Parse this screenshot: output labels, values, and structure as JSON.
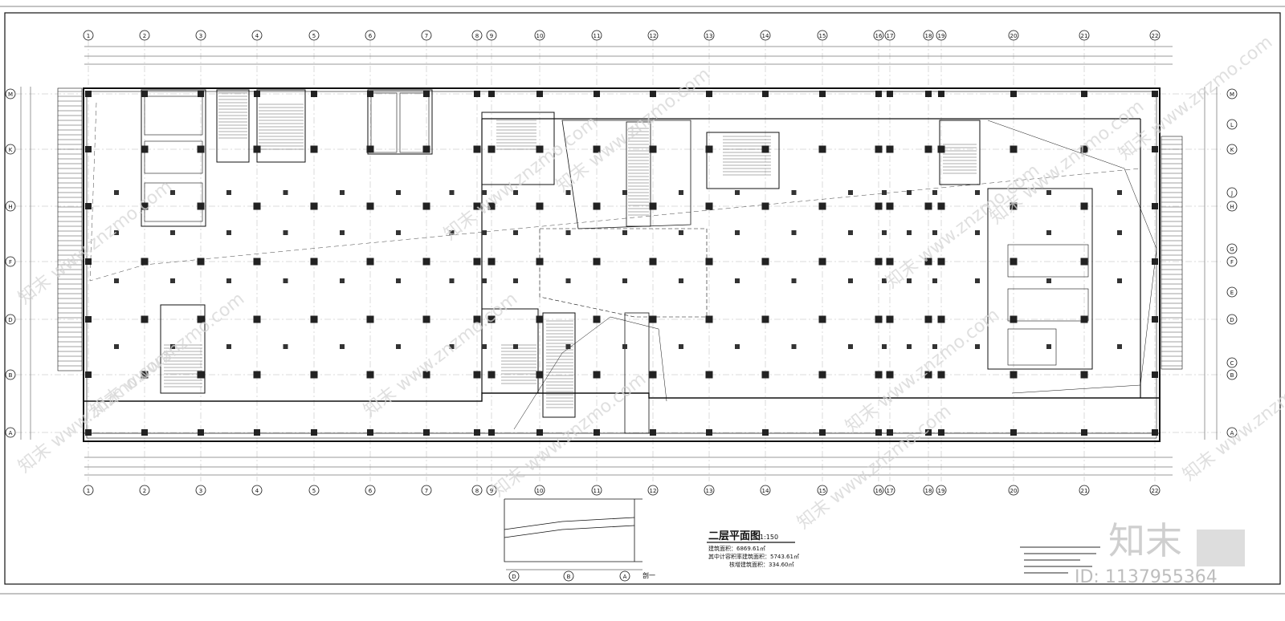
{
  "drawing": {
    "title": "二层平面图",
    "scale": "1:150",
    "area_lines": [
      "建筑面积：6869.61㎡",
      "其中计容积率建筑面积：5743.61㎡",
      "核增建筑面积：334.60㎡"
    ]
  },
  "grid": {
    "columns": [
      "1",
      "2",
      "3",
      "4",
      "5",
      "6",
      "7",
      "8",
      "9",
      "10",
      "11",
      "12",
      "13",
      "14",
      "15",
      "16",
      "17",
      "18",
      "19",
      "20",
      "21",
      "22"
    ],
    "rows_left": [
      "M",
      "K",
      "H",
      "F",
      "D",
      "B",
      "A"
    ],
    "rows_right": [
      "M",
      "L",
      "K",
      "J",
      "H",
      "G",
      "F",
      "E",
      "D",
      "C",
      "B",
      "A"
    ]
  },
  "section": {
    "label": "剖一",
    "axis_labels": [
      "D",
      "B",
      "A"
    ]
  },
  "watermark": {
    "brand": "知末",
    "brand_sub": "www.znzmo.com",
    "id_text": "ID: 1137955364"
  },
  "colors": {
    "line": "#111111",
    "column": "#222222",
    "dim": "#333333",
    "watermark": "#d4d4d4"
  }
}
